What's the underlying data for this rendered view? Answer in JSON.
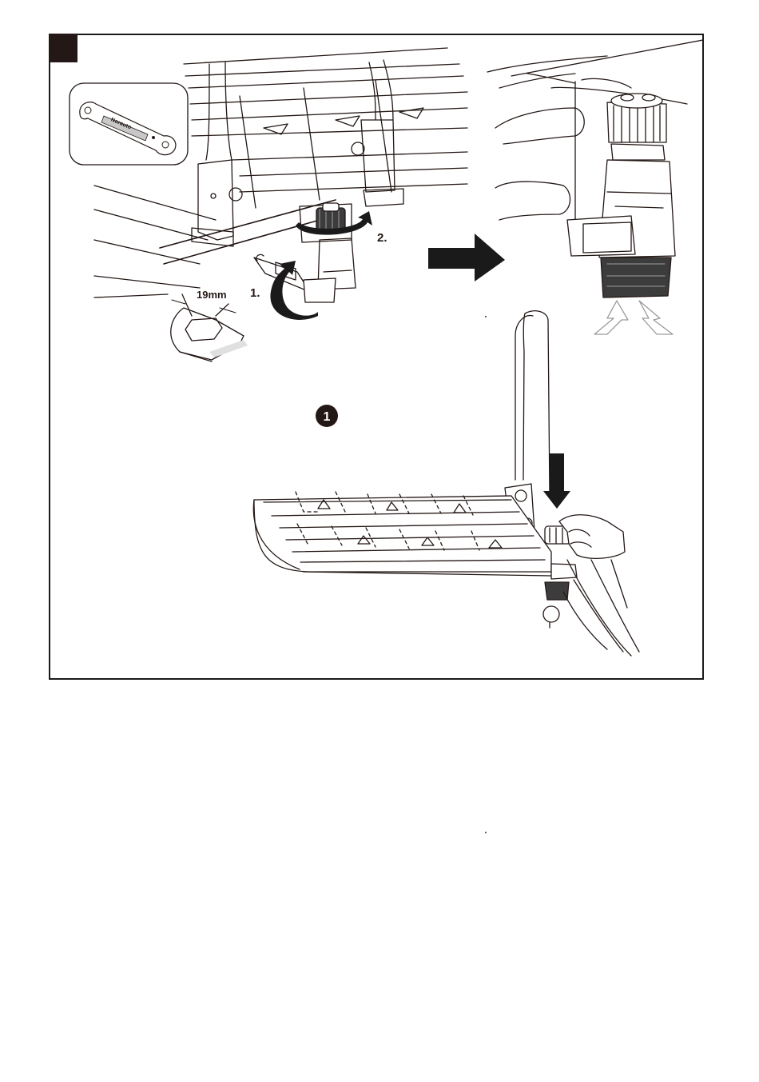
{
  "steps": {
    "first": "1.",
    "second": "2.",
    "circled": "1"
  },
  "wrench": {
    "size_label": "19mm",
    "brand": "Norauto"
  },
  "colors": {
    "ink": "#231815",
    "arrow": "#1a1a1a",
    "knob_fill": "#3c3c3c",
    "ghost_arrow": "#c8c8c8"
  }
}
